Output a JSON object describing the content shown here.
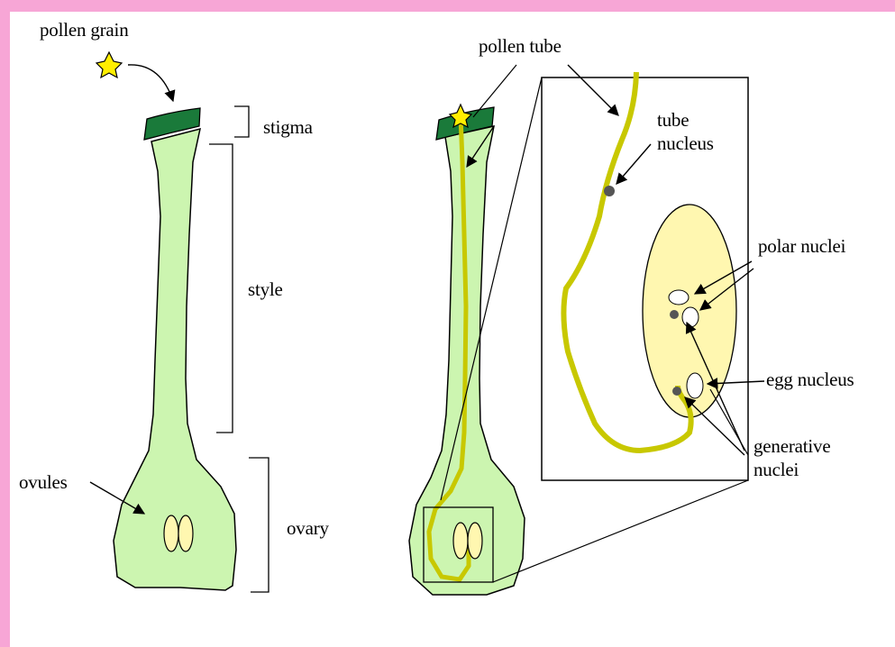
{
  "labels": {
    "pollen_grain": "pollen grain",
    "stigma": "stigma",
    "style": "style",
    "ovules": "ovules",
    "ovary": "ovary",
    "pollen_tube": "pollen tube",
    "tube_nucleus_1": "tube",
    "tube_nucleus_2": "nucleus",
    "polar_nuclei": "polar nuclei",
    "egg_nucleus": "egg nucleus",
    "generative_1": "generative",
    "generative_2": "nuclei"
  },
  "colors": {
    "border": "#f7a6d6",
    "tissue": "#ccf5b0",
    "stigma": "#1a7a3a",
    "pollen": "#ffee00",
    "tube": "#c8c800",
    "ovule": "#fff7b0",
    "embryo_sac": "#fff7b0"
  }
}
